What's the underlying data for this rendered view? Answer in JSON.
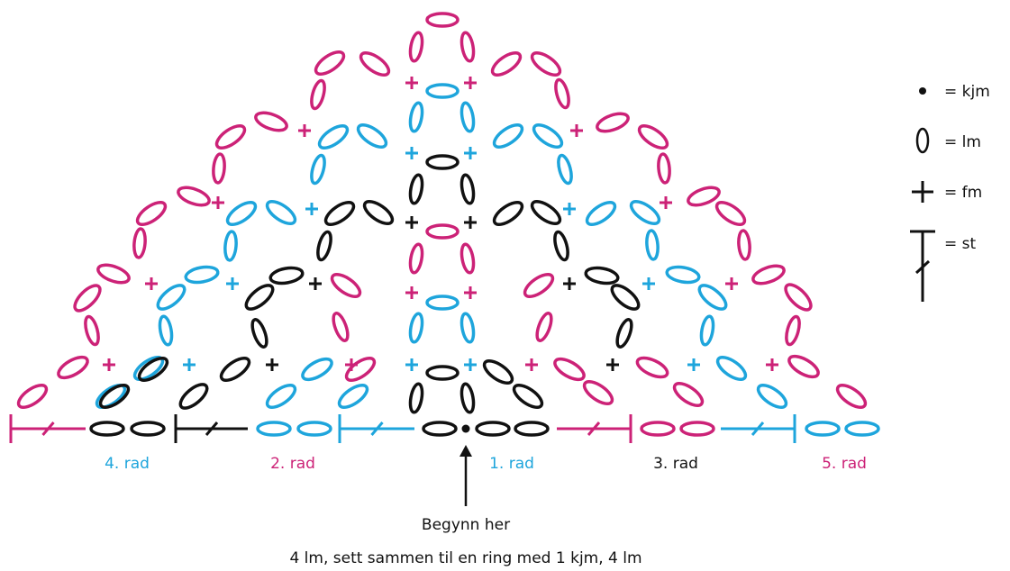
{
  "colors": {
    "magenta": "#cc2277",
    "cyan": "#1ea5dc",
    "black": "#111111"
  },
  "row_labels": {
    "row4": "4. rad",
    "row2": "2. rad",
    "row1": "1. rad",
    "row3": "3. rad",
    "row5": "5. rad"
  },
  "start": {
    "label": "Begynn her",
    "instruction": "4 lm, sett sammen til en ring med 1 kjm, 4 lm"
  },
  "legend": [
    {
      "symbol": "kjm-dot",
      "text": "= kjm"
    },
    {
      "symbol": "lm-oval",
      "text": "= lm"
    },
    {
      "symbol": "fm-plus",
      "text": "= fm"
    },
    {
      "symbol": "st-tee",
      "text": "= st"
    }
  ]
}
